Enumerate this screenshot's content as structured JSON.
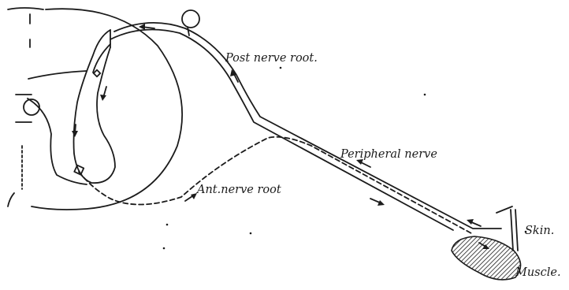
{
  "labels": {
    "post_root": "Post nerve root.",
    "peripheral": "Peripheral nerve",
    "ant_root": "Ant.nerve root",
    "skin": "Skin.",
    "muscle": "Muscle."
  },
  "colors": {
    "ink": "#1b1b1b",
    "paper": "#ffffff"
  }
}
